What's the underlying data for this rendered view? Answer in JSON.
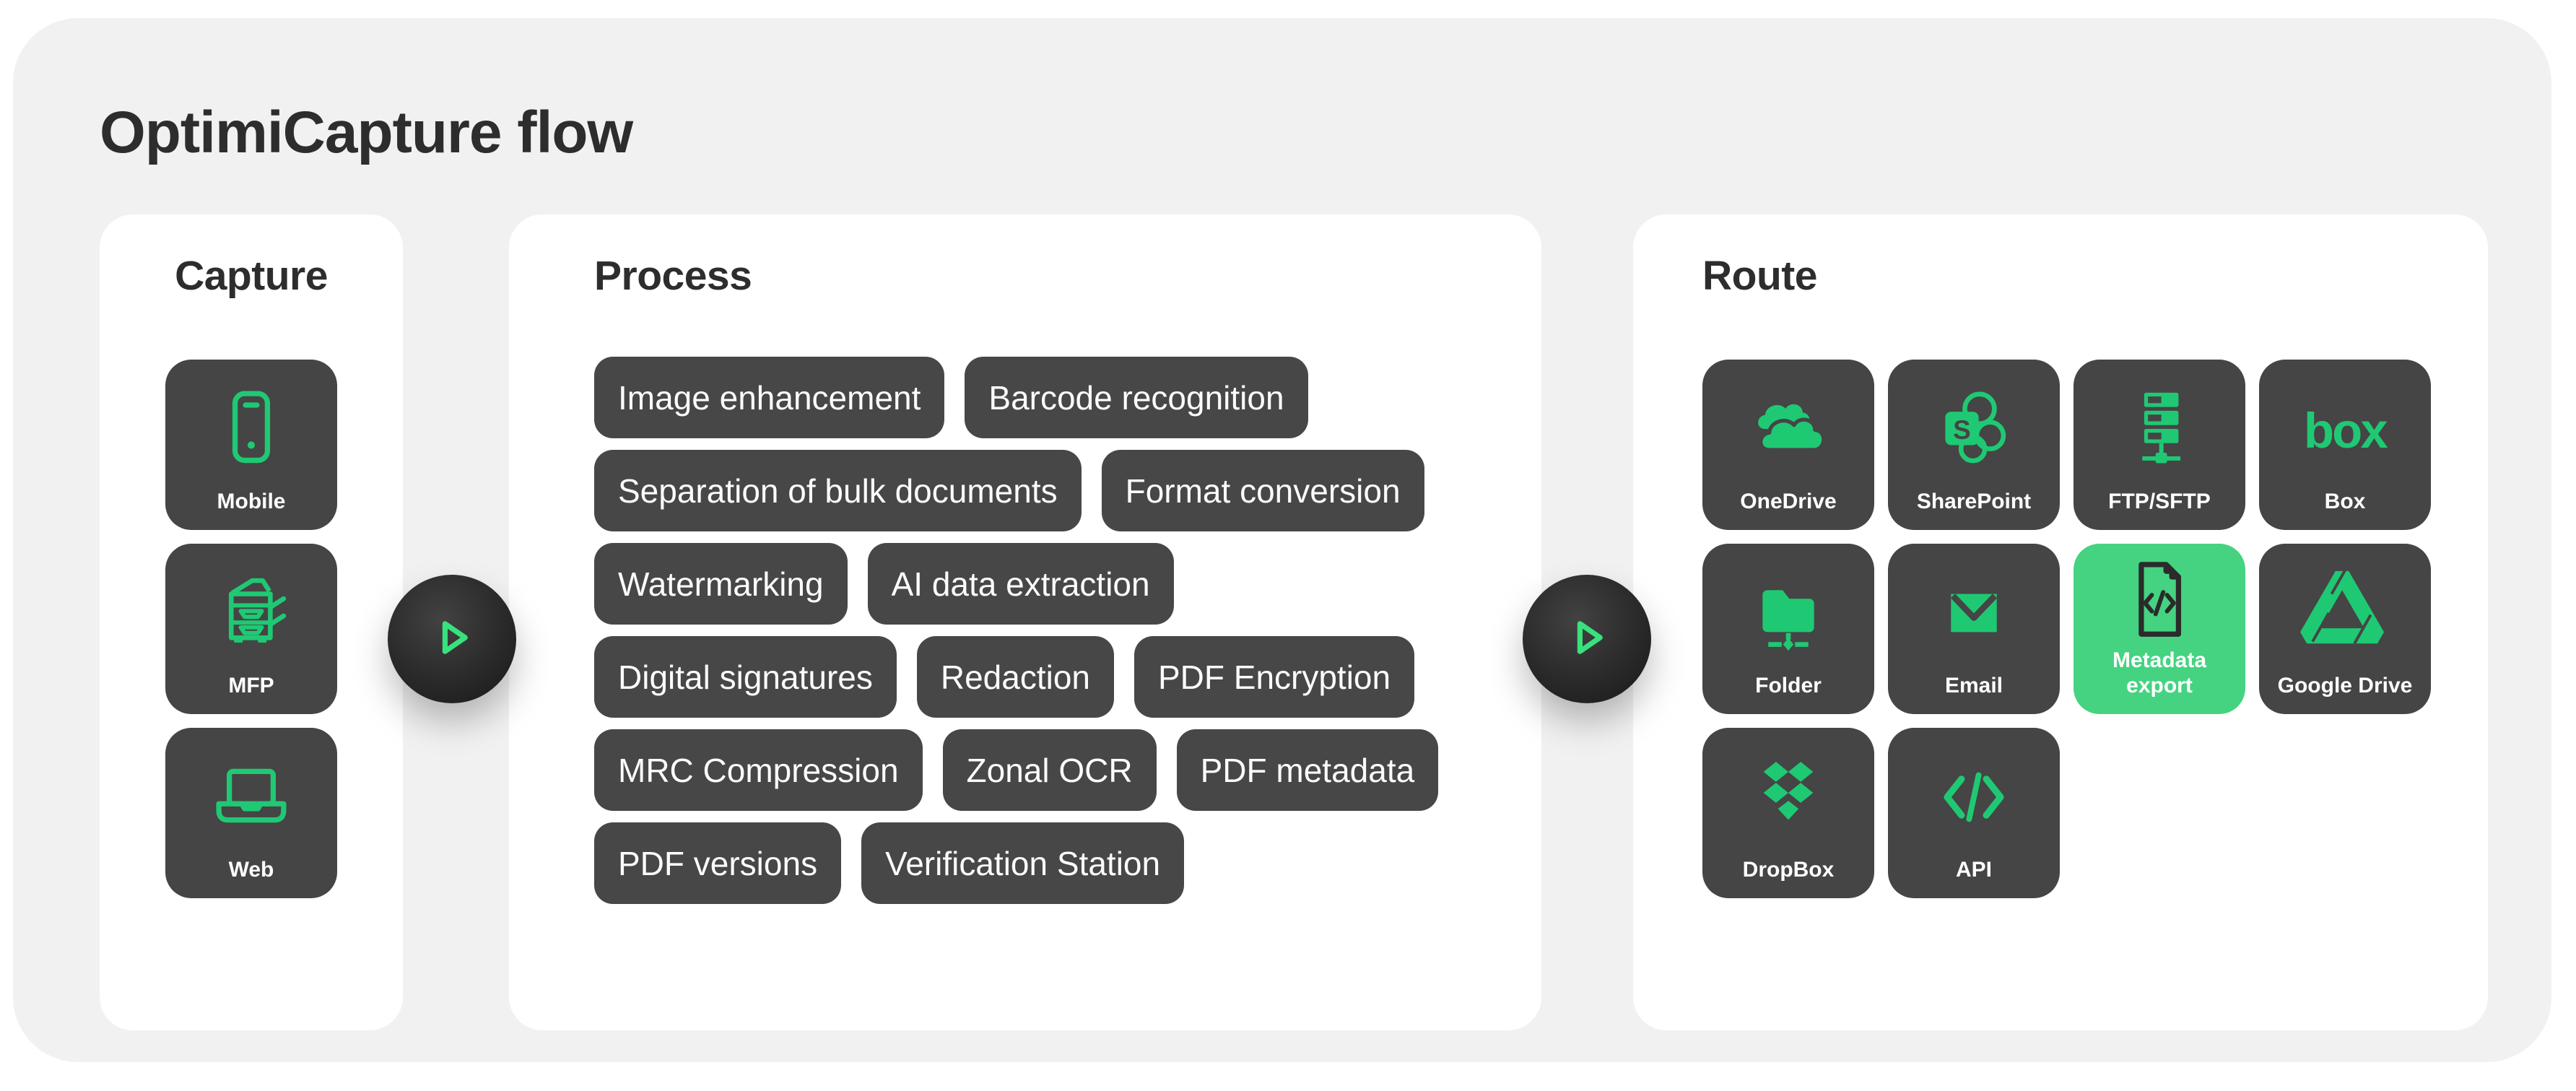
{
  "title": "OptimiCapture flow",
  "colors": {
    "background": "#f1f1f1",
    "panel": "#ffffff",
    "tile_dark": "#454545",
    "text_dark": "#2d2d2d",
    "accent_green": "#1fc973",
    "accent_green_bright": "#39e17c",
    "highlight_tile_green": "#45d381",
    "icon_dark": "#2b2b2b"
  },
  "capture": {
    "title": "Capture",
    "items": [
      {
        "label": "Mobile",
        "icon": "mobile-icon"
      },
      {
        "label": "MFP",
        "icon": "mfp-icon"
      },
      {
        "label": "Web",
        "icon": "web-icon"
      }
    ]
  },
  "process": {
    "title": "Process",
    "rows": [
      [
        "Image enhancement",
        "Barcode recognition"
      ],
      [
        "Separation of bulk documents",
        "Format conversion"
      ],
      [
        "Watermarking",
        "AI data extraction"
      ],
      [
        "Digital signatures",
        "Redaction",
        "PDF Encryption"
      ],
      [
        "MRC Compression",
        "Zonal OCR",
        "PDF metadata"
      ],
      [
        "PDF versions",
        "Verification Station"
      ]
    ]
  },
  "route": {
    "title": "Route",
    "items": [
      {
        "label": "OneDrive",
        "icon": "onedrive-icon"
      },
      {
        "label": "SharePoint",
        "icon": "sharepoint-icon"
      },
      {
        "label": "FTP/SFTP",
        "icon": "ftp-icon"
      },
      {
        "label": "Box",
        "icon": "box-icon"
      },
      {
        "label": "Folder",
        "icon": "folder-icon"
      },
      {
        "label": "Email",
        "icon": "email-icon"
      },
      {
        "label": "Metadata export",
        "icon": "metadata-icon",
        "highlight": true
      },
      {
        "label": "Google Drive",
        "icon": "gdrive-icon"
      },
      {
        "label": "DropBox",
        "icon": "dropbox-icon"
      },
      {
        "label": "API",
        "icon": "api-icon"
      }
    ]
  },
  "connectors": {
    "play_icon": "play-icon",
    "count": 2
  }
}
